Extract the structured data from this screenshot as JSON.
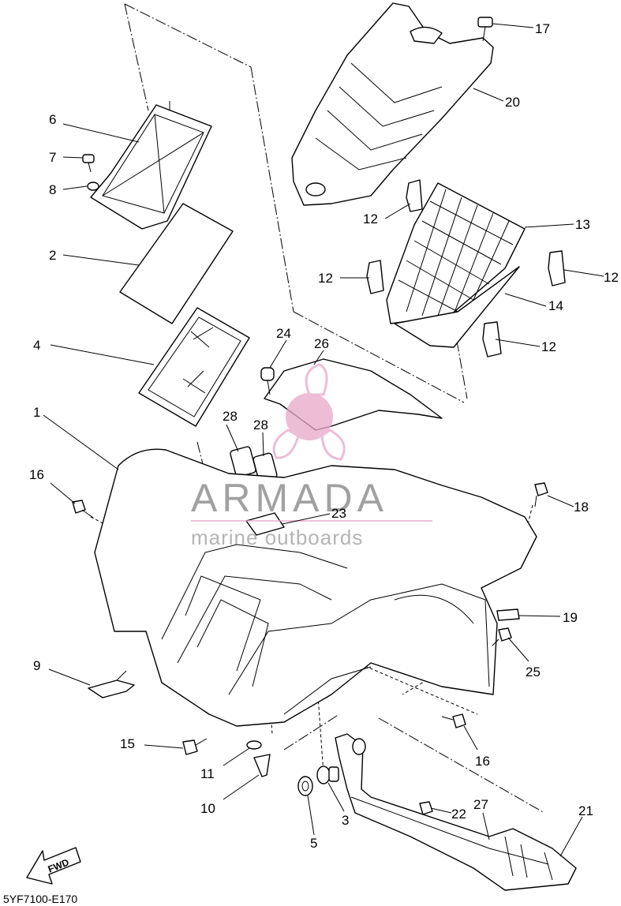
{
  "diagram": {
    "drawing_code": "5YF7100-E170",
    "direction_label": "FWD",
    "callouts": [
      "1",
      "2",
      "3",
      "4",
      "5",
      "6",
      "7",
      "8",
      "9",
      "10",
      "11",
      "12",
      "12",
      "12",
      "12",
      "13",
      "14",
      "15",
      "16",
      "16",
      "17",
      "18",
      "19",
      "20",
      "21",
      "22",
      "23",
      "24",
      "25",
      "26",
      "27",
      "28",
      "28"
    ]
  },
  "watermark": {
    "title": "ARMADA",
    "subtitle": "marine outboards",
    "logo_color": "#e8a7c8"
  }
}
